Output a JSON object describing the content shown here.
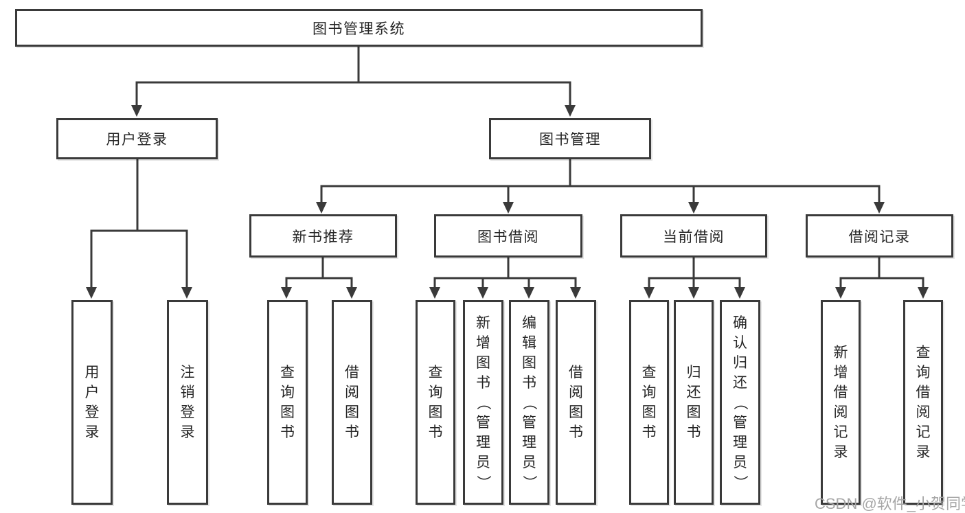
{
  "colors": {
    "background": "#ffffff",
    "line": "#3a3a3a",
    "text": "#262626",
    "watermark": "#a6a6a6"
  },
  "tree": {
    "label": "图书管理系统",
    "children": [
      {
        "label": "用户登录",
        "children": [
          {
            "label": "用户登录"
          },
          {
            "label": "注销登录"
          }
        ]
      },
      {
        "label": "图书管理",
        "children": [
          {
            "label": "新书推荐",
            "children": [
              {
                "label": "查询图书"
              },
              {
                "label": "借阅图书"
              }
            ]
          },
          {
            "label": "图书借阅",
            "children": [
              {
                "label": "查询图书"
              },
              {
                "label": "新增图书（管理员）"
              },
              {
                "label": "编辑图书（管理员）"
              },
              {
                "label": "借阅图书"
              }
            ]
          },
          {
            "label": "当前借阅",
            "children": [
              {
                "label": "查询图书"
              },
              {
                "label": "归还图书"
              },
              {
                "label": "确认归还（管理员）"
              }
            ]
          },
          {
            "label": "借阅记录",
            "children": [
              {
                "label": "新增借阅记录"
              },
              {
                "label": "查询借阅记录"
              }
            ]
          }
        ]
      }
    ]
  },
  "watermark": {
    "text": "CSDN @软件_小贺同学"
  }
}
